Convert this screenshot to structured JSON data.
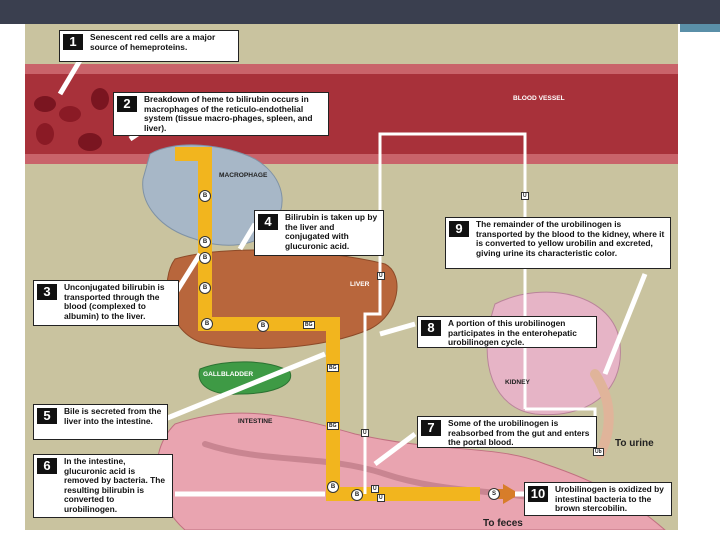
{
  "steps": [
    {
      "num": "1",
      "text": "Senescent red cells are a major source of hemeproteins."
    },
    {
      "num": "2",
      "text": "Breakdown of heme to bilirubin occurs in macrophages of the reticulo-endothelial system (tissue macro-phages, spleen, and liver)."
    },
    {
      "num": "3",
      "text": "Unconjugated bilirubin is transported through the blood (complexed to albumin) to the liver."
    },
    {
      "num": "4",
      "text": "Bilirubin is taken up by the liver and conjugated with glucuronic acid."
    },
    {
      "num": "5",
      "text": "Bile is secreted from the liver into the intestine."
    },
    {
      "num": "6",
      "text": "In the intestine, glucuronic acid is removed by bacteria. The resulting bilirubin is converted to urobilinogen."
    },
    {
      "num": "7",
      "text": "Some of the urobilinogen is reabsorbed from the gut and enters the portal blood."
    },
    {
      "num": "8",
      "text": "A portion of this urobilinogen participates in the enterohepatic urobilinogen cycle."
    },
    {
      "num": "9",
      "text": "The remainder of the urobilinogen is transported by the blood to the kidney, where it is converted to yellow urobilin and excreted, giving urine its characteristic color."
    },
    {
      "num": "10",
      "text": "Urobilinogen is oxidized by intestinal bacteria to the brown stercobilin."
    }
  ],
  "labels": {
    "blood_vessel": "BLOOD VESSEL",
    "macrophage": "MACROPHAGE",
    "liver": "LIVER",
    "gallbladder": "GALLBLADDER",
    "intestine": "INTESTINE",
    "kidney": "KIDNEY",
    "to_urine": "To urine",
    "to_feces": "To feces"
  },
  "tags": {
    "b": "B",
    "bg": "BG",
    "u": "U",
    "ub": "Ub",
    "s": "S"
  },
  "colors": {
    "pathway": "#f2b51e",
    "vessel": "#a8313a",
    "liver": "#b8663c",
    "gallbladder": "#3e9a45",
    "intestine": "#e9a4b0",
    "kidney": "#e6b4c6"
  }
}
